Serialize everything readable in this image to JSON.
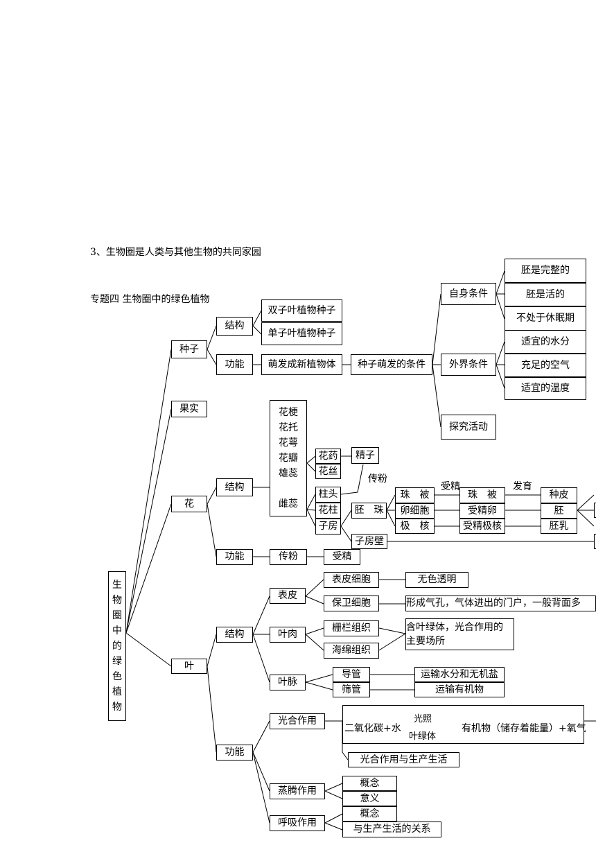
{
  "heading_3": "3、生物圈是人类与其他生物的共同家园",
  "heading_topic": "专题四  生物圈中的绿色植物",
  "root": [
    "生",
    "物",
    "圈",
    "中",
    "的",
    "绿",
    "色",
    "植",
    "物"
  ],
  "seed": {
    "label": "种子",
    "structure": "结构",
    "dicot": "双子叶植物种子",
    "monocot": "单子叶植物种子",
    "function": "功能",
    "germinate": "萌发成新植物体",
    "conditions": "种子萌发的条件",
    "internal": "自身条件",
    "internal_items": [
      "胚是完整的",
      "胚是活的",
      "不处于休眠期"
    ],
    "external": "外界条件",
    "external_items": [
      "适宜的水分",
      "充足的空气",
      "适宜的温度"
    ],
    "explore": "探究活动"
  },
  "fruit": {
    "label": "果实"
  },
  "flower": {
    "label": "花",
    "structure": "结构",
    "parts": [
      "花梗",
      "花托",
      "花萼",
      "花瓣",
      "雄蕊",
      "",
      "雌蕊"
    ],
    "anther": "花药",
    "filament": "花丝",
    "sperm": "精子",
    "pollination_label": "传粉",
    "stigma": "柱头",
    "style": "花柱",
    "ovary": "子房",
    "ovule": "胚　珠",
    "integument": "珠　被",
    "egg": "卵细胞",
    "polar": "极　核",
    "fertilize_label": "受精",
    "develop_label": "发育",
    "integument2": "珠　被",
    "zygote": "受精卵",
    "fert_polar": "受精极核",
    "seed_coat": "种皮",
    "embryo": "胚",
    "endosperm": "胚乳",
    "ovary_wall": "子房壁",
    "function": "功能",
    "pollination": "传粉",
    "fertilization": "受精"
  },
  "leaf": {
    "label": "叶",
    "structure": "结构",
    "epidermis": "表皮",
    "epi_cell": "表皮细胞",
    "epi_desc": "无色透明",
    "guard_cell": "保卫细胞",
    "guard_desc": "形成气孔，气体进出的门户，一般背面多",
    "mesophyll": "叶肉",
    "palisade": "栅栏组织",
    "spongy": "海绵组织",
    "meso_desc_1": "含叶绿体，光合作用的",
    "meso_desc_2": "主要场所",
    "vein": "叶脉",
    "vessel": "导管",
    "vessel_desc": "运输水分和无机盐",
    "sieve": "筛管",
    "sieve_desc": "运输有机物",
    "function": "功能",
    "photosynthesis": "光合作用",
    "eq_left": "二氧化碳+水",
    "eq_top": "光照",
    "eq_bottom": "叶绿体",
    "eq_right": "有机物（储存着能量）+氧气",
    "photo_life": "光合作用与生产生活",
    "transpiration": "蒸腾作用",
    "trans_concept": "概念",
    "trans_meaning": "意义",
    "respiration": "呼吸作用",
    "resp_concept": "概念",
    "resp_life": "与生产生活的关系"
  }
}
